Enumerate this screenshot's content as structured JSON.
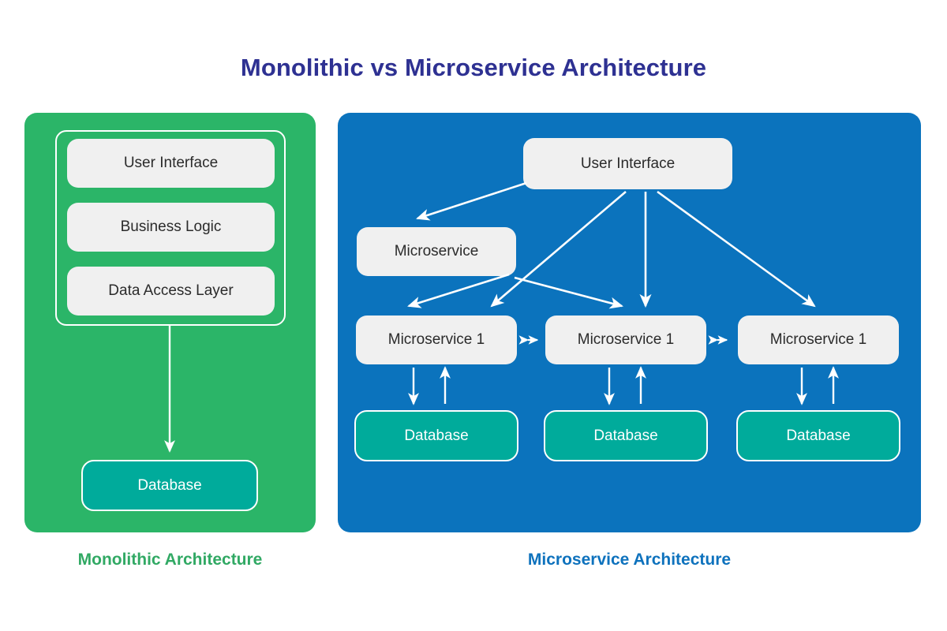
{
  "title": "Monolithic vs Microservice Architecture",
  "colors": {
    "title": "#2e3192",
    "monolith_panel": "#2bb568",
    "microservice_panel": "#0b73bd",
    "database": "#00ab9b",
    "node": "#f0f0f0",
    "node_text": "#2b2b2b",
    "arrow": "#ffffff",
    "caption_monolith": "#31a964",
    "caption_microservice": "#0e72bd"
  },
  "monolith": {
    "caption": "Monolithic Architecture",
    "layers": [
      {
        "label": "User Interface"
      },
      {
        "label": "Business Logic"
      },
      {
        "label": "Data Access Layer"
      }
    ],
    "database": {
      "label": "Database"
    }
  },
  "microservice": {
    "caption": "Microservice Architecture",
    "ui": {
      "label": "User Interface"
    },
    "gateway": {
      "label": "Microservice"
    },
    "services": [
      {
        "label": "Microservice 1"
      },
      {
        "label": "Microservice 1"
      },
      {
        "label": "Microservice 1"
      }
    ],
    "databases": [
      {
        "label": "Database"
      },
      {
        "label": "Database"
      },
      {
        "label": "Database"
      }
    ],
    "peer_links": [
      {
        "icon": "double-arrow-icon"
      },
      {
        "icon": "double-arrow-icon"
      }
    ]
  }
}
